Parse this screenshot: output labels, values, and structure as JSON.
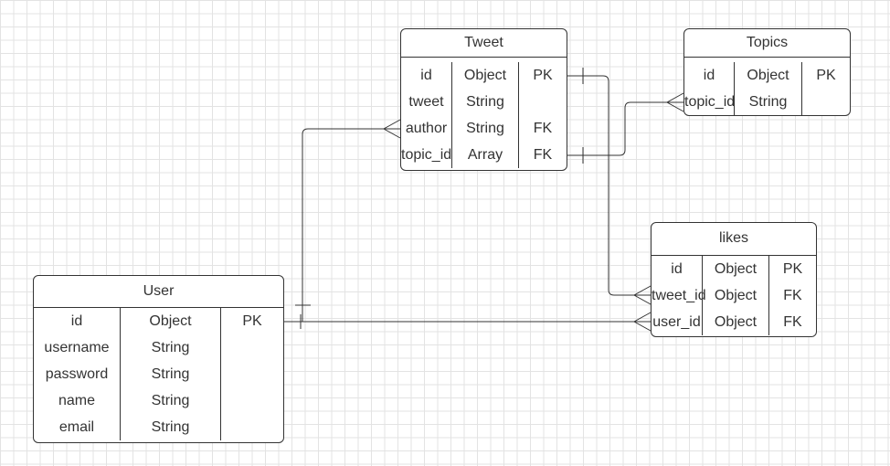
{
  "colors": {
    "stroke": "#333333",
    "grid": "#e3e3e3",
    "background": "#ffffff"
  },
  "entities": {
    "tweet": {
      "name": "Tweet",
      "rows": [
        {
          "field": "id",
          "type": "Object",
          "key": "PK"
        },
        {
          "field": "tweet",
          "type": "String",
          "key": ""
        },
        {
          "field": "author",
          "type": "String",
          "key": "FK"
        },
        {
          "field": "topic_id",
          "type": "Array",
          "key": "FK"
        }
      ]
    },
    "topics": {
      "name": "Topics",
      "rows": [
        {
          "field": "id",
          "type": "Object",
          "key": "PK"
        },
        {
          "field": "topic_id",
          "type": "String",
          "key": ""
        }
      ]
    },
    "likes": {
      "name": "likes",
      "rows": [
        {
          "field": "id",
          "type": "Object",
          "key": "PK"
        },
        {
          "field": "tweet_id",
          "type": "Object",
          "key": "FK"
        },
        {
          "field": "user_id",
          "type": "Object",
          "key": "FK"
        }
      ]
    },
    "user": {
      "name": "User",
      "rows": [
        {
          "field": "id",
          "type": "Object",
          "key": "PK"
        },
        {
          "field": "username",
          "type": "String",
          "key": ""
        },
        {
          "field": "password",
          "type": "String",
          "key": ""
        },
        {
          "field": "name",
          "type": "String",
          "key": ""
        },
        {
          "field": "email",
          "type": "String",
          "key": ""
        }
      ]
    }
  },
  "relationships": [
    {
      "from": "User.id",
      "to": "Tweet.author",
      "from_cardinality": "one",
      "to_cardinality": "many"
    },
    {
      "from": "Tweet.id",
      "to": "likes.tweet_id",
      "from_cardinality": "one",
      "to_cardinality": "many"
    },
    {
      "from": "Tweet.topic_id",
      "to": "Topics.topic_id",
      "from_cardinality": "one",
      "to_cardinality": "many"
    },
    {
      "from": "User.id",
      "to": "likes.user_id",
      "from_cardinality": "one",
      "to_cardinality": "many"
    }
  ]
}
